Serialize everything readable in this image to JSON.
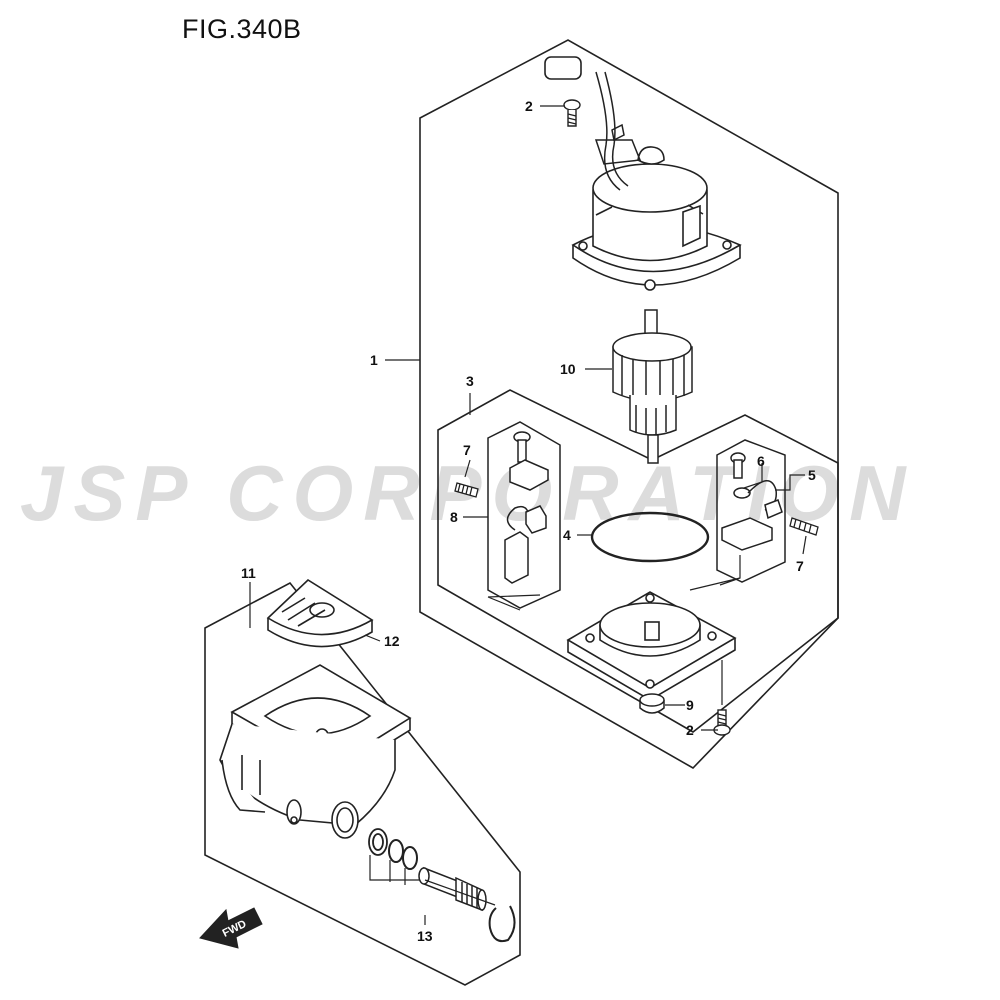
{
  "figure": {
    "title": "FIG.340B"
  },
  "watermark": {
    "text": "JSP CORPORATION"
  },
  "callouts": {
    "c1": "1",
    "c2a": "2",
    "c2b": "2",
    "c3": "3",
    "c4": "4",
    "c5": "5",
    "c6": "6",
    "c7a": "7",
    "c7b": "7",
    "c8": "8",
    "c9": "9",
    "c10": "10",
    "c11": "11",
    "c12": "12",
    "c13": "13"
  },
  "fwd_badge": "FWD"
}
